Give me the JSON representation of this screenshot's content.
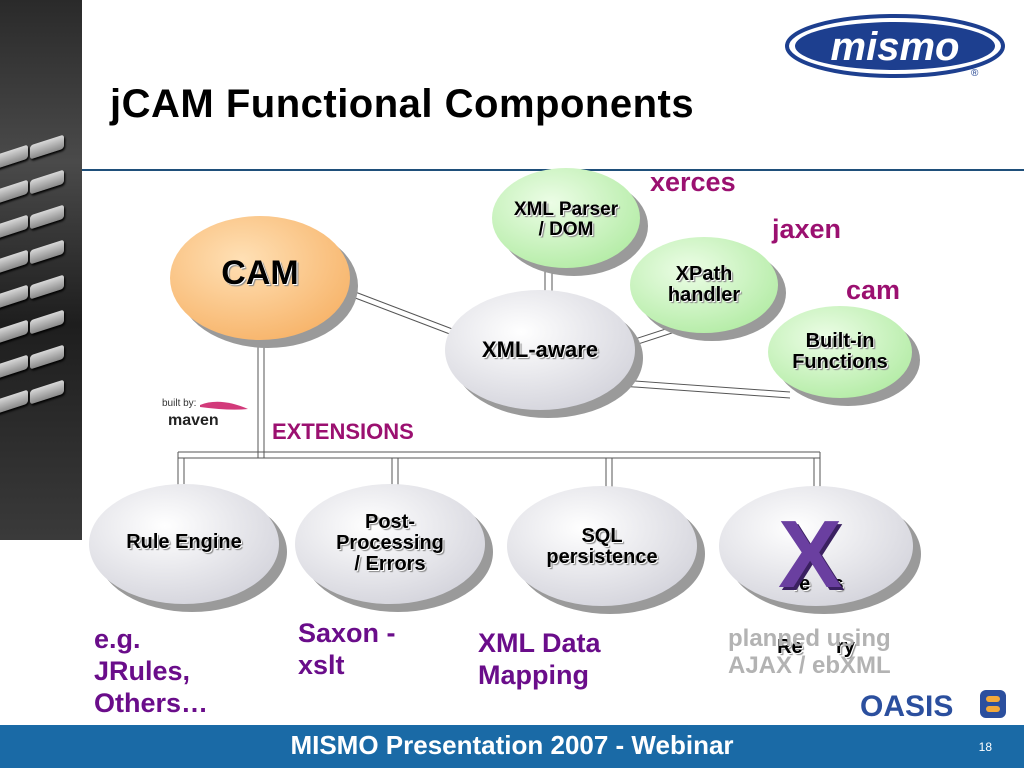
{
  "slide": {
    "title": "jCAM Functional Components",
    "footer": "MISMO Presentation 2007 - Webinar",
    "page_number": "18"
  },
  "nodes": {
    "cam": "CAM",
    "xml_parser_line1": "XML Parser",
    "xml_parser_line2": "/ DOM",
    "xpath_line1": "XPath",
    "xpath_line2": "handler",
    "xml_aware": "XML-aware",
    "builtin_line1": "Built-in",
    "builtin_line2": "Functions",
    "rule_engine": "Rule Engine",
    "post_line1": "Post-",
    "post_line2": "Processing",
    "post_line3": "/ Errors",
    "sql_line1": "SQL",
    "sql_line2": "persistence",
    "templates_line1": "Te    s",
    "templates_line2": "Re      ry"
  },
  "libraries": {
    "xerces": "xerces",
    "jaxen": "jaxen",
    "cam": "cam"
  },
  "extensions_label": "EXTENSIONS",
  "notes": {
    "rule_engine_line1": "e.g.",
    "rule_engine_line2": "JRules,",
    "rule_engine_line3": "Others…",
    "post_line1": "Saxon -",
    "post_line2": "xslt",
    "sql_line1": "XML Data",
    "sql_line2": "Mapping",
    "registry_line1": "planned using",
    "registry_line2": "AJAX / ebXML"
  },
  "logos": {
    "mismo": "mismo",
    "maven_built_by": "built by:",
    "maven": "maven",
    "oasis": "OASIS"
  },
  "cross_mark": "X",
  "colors": {
    "cam_node": "#fcc98f",
    "green_node": "#ccf5c2",
    "gray_node": "#e6e6ec",
    "footer": "#1a6aa6",
    "accent_text": "#9b1070"
  }
}
